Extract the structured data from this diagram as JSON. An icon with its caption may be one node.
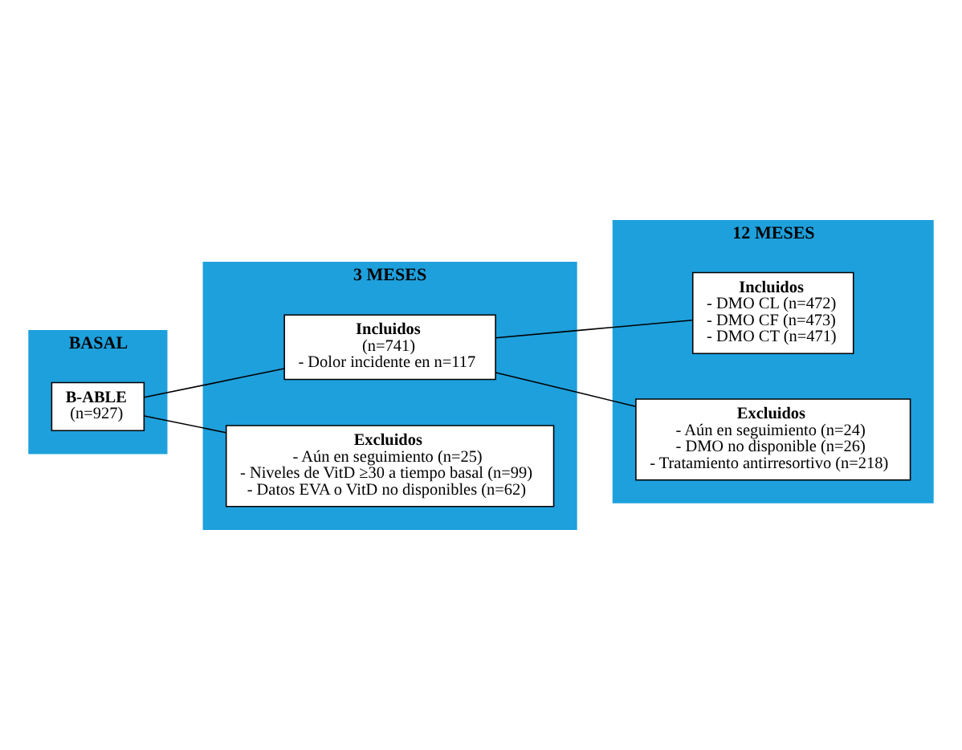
{
  "diagram": {
    "nodes": [
      {
        "text": [
          "BASAL"
        ]
      },
      {
        "text": [
          "B-ABLE",
          "(n=927)"
        ],
        "in": 0
      },
      {
        "text": [
          "3 MESES"
        ]
      },
      {
        "text": [
          "Incluidos",
          "(n=741)",
          "- Dolor incidente en n=117"
        ],
        "in": 2
      },
      {
        "text": [
          "Excluidos",
          "- Aún en seguimiento (n=25)",
          "- Niveles de VitD ≥30 a tiempo basal (n=99)",
          "- Datos EVA o VitD no disponibles (n=62)"
        ],
        "in": 2
      },
      {
        "text": [
          "12 MESES"
        ]
      },
      {
        "text": [
          "Incluidos",
          "- DMO CL (n=472)",
          "- DMO CF (n=473)",
          "- DMO CT (n=471)"
        ],
        "in": 5
      },
      {
        "text": [
          "Excluidos",
          "- Aún en seguimiento (n=24)",
          "- DMO no disponible (n=26)",
          "- Tratamiento antirresortivo (n=218)"
        ],
        "in": 5
      }
    ],
    "edges": [
      {
        "from": 1,
        "to": 3,
        "arrow": "none"
      },
      {
        "from": 1,
        "to": 4,
        "arrow": "none"
      },
      {
        "from": 3,
        "to": 6,
        "arrow": "none"
      },
      {
        "from": 3,
        "to": 7,
        "arrow": "none"
      }
    ]
  }
}
